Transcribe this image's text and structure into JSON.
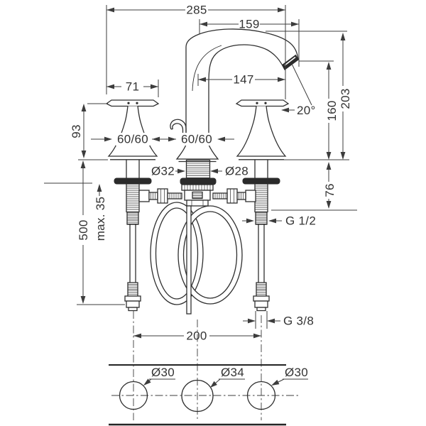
{
  "drawing": {
    "title": "faucet installation dimensional drawing",
    "dims": {
      "overall_width": "285",
      "spout_top_reach": "159",
      "handle_width": "71",
      "spout_reach": "147",
      "spout_angle": "20°",
      "aerator_height": "160",
      "total_height": "203",
      "handle_height": "93",
      "pitch_left": "60/60",
      "pitch_center": "60/60",
      "base_diameter": "Ø32",
      "shank_diameter": "Ø28",
      "below_deck_depth": "76",
      "deck_thickness_max": "max. 35",
      "hose_length": "500",
      "valve_thread": "G 1/2",
      "hose_thread": "G 3/8",
      "hole_spread": "200",
      "hole_dia_left": "Ø30",
      "hole_dia_center": "Ø34",
      "hole_dia_right": "Ø30"
    }
  }
}
